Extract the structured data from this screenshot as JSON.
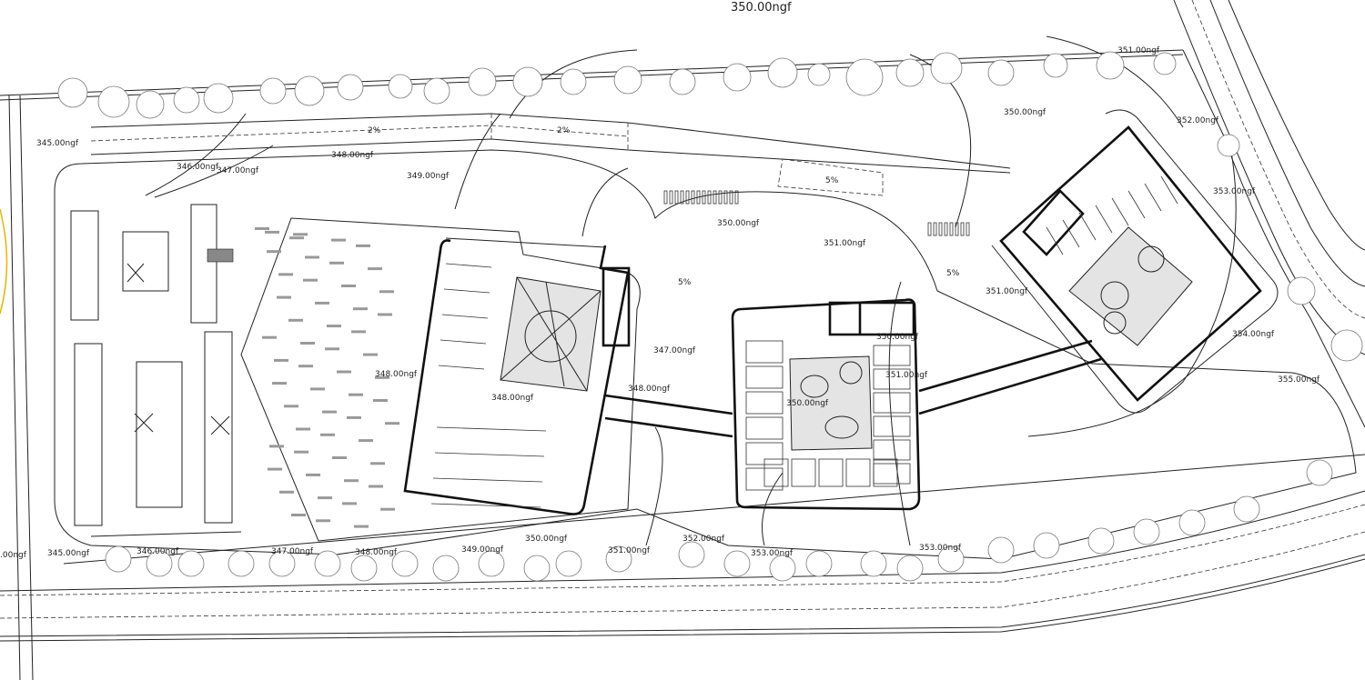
{
  "title_level": "350.00ngf",
  "levels": {
    "top_right_a": "351.00ngf",
    "top_right_b": "350.00ngf",
    "right_1": "352.00ngf",
    "right_2": "353.00ngf",
    "right_3": "354.00ngf",
    "right_4": "355.00ngf",
    "north_345": "345.00ngf",
    "north_346": "346.00ngf",
    "north_347": "347.00ngf",
    "north_348": "348.00ngf",
    "north_349": "349.00ngf",
    "mid_350": "350.00ngf",
    "mid_351": "351.00ngf",
    "east_350": "350.00ngf",
    "east_351": "351.00ngf",
    "courtyard_c": "351.00ngf",
    "building_a_west": "348.00ngf",
    "courtyard_a": "348.00ngf",
    "bridge_a": "348.00ngf",
    "ramp_347": "347.00ngf",
    "courtyard_b": "350.00ngf",
    "south_edge": ".00ngf",
    "south_345": "345.00ngf",
    "south_346": "346.00ngf",
    "south_347": "347.00ngf",
    "south_348": "348.00ngf",
    "south_349": "349.00ngf",
    "south_350": "350.00ngf",
    "south_351": "351.00ngf",
    "south_352": "352.00ngf",
    "south_353a": "353.00ngf",
    "south_353b": "353.00ngf"
  },
  "slopes": {
    "north_path_a": "2%",
    "north_path_b": "2%",
    "east_path": "5%",
    "ramp_a": "5%",
    "ramp_b": "5%"
  },
  "colors": {
    "line": "#222222",
    "courtyard": "#e4e4e4",
    "edge_accent": "#e8b400"
  }
}
